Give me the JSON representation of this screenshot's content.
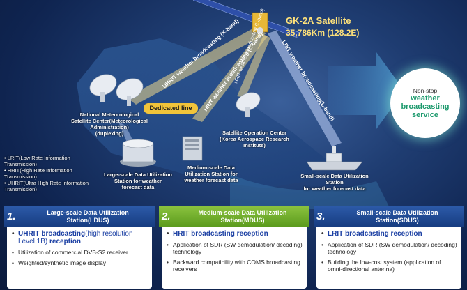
{
  "satellite": {
    "name": "GK-2A Satellite",
    "orbit": "35,786Km (128.2E)"
  },
  "links": {
    "nmsc": "UHRIT weather broadcasting (X-band)",
    "mdus": "HRIT weather broadcasting (L-band)",
    "soc": "HRIT weather broadcasting (L-band)",
    "sdus": "LRIT weather broadcasting(L-band)"
  },
  "dedicated_line": "Dedicated line",
  "nmsc": {
    "lines": [
      "National Meteorological",
      "Satellite Center(Meteorological",
      "Administration)",
      "(duplexing)"
    ]
  },
  "soc": {
    "lines": [
      "Satellite Operation Center",
      "(Korea Aerospace Research",
      "Institute)"
    ]
  },
  "ldus_site": {
    "lines": [
      "Large-scale Data Utilization",
      "Station for weather",
      "forecast data"
    ]
  },
  "mdus_site": {
    "lines": [
      "Medium-scale Data",
      "Utilization Station for",
      "weather forecast data"
    ]
  },
  "sdus_site": {
    "lines": [
      "Small-scale Data Utilization",
      "Station",
      "for weather forecast data"
    ]
  },
  "legend": [
    "LRIT(Low Rate Information",
    "Transmission)",
    "HRIT(High Rate Information",
    "Transmission)",
    "UHRIT(Ultra High Rate Information",
    "Transmission)"
  ],
  "nonstop": {
    "line1": "Non-stop",
    "line2": "weather",
    "line3": "broadcasting",
    "line4": "service"
  },
  "panels": {
    "ldus": {
      "number": "1.",
      "title1": "Large-scale Data Utilization",
      "title2": "Station(LDUS)",
      "hl_main": "UHRIT broadcasting",
      "hl_note": "(high resolution Level 1B)",
      "hl_tail": " reception",
      "items": [
        "Utilization of commercial DVB-S2 receiver",
        "Weighted/synthetic image display"
      ]
    },
    "mdus": {
      "number": "2.",
      "title1": "Medium-scale Data Utilization",
      "title2": "Station(MDUS)",
      "hl": "HRIT broadcasting reception",
      "items": [
        "Application of SDR (SW demodulation/ decoding) technology",
        "Backward compatibility with COMS broadcasting receivers"
      ]
    },
    "sdus": {
      "number": "3.",
      "title1": "Small-scale Data Utilization",
      "title2": "Station(SDUS)",
      "hl": "LRIT broadcasting reception",
      "items": [
        "Application of SDR (SW demodulation/ decoding) technology",
        "Building the low-cost system (application of omni-directional antenna)"
      ]
    }
  }
}
